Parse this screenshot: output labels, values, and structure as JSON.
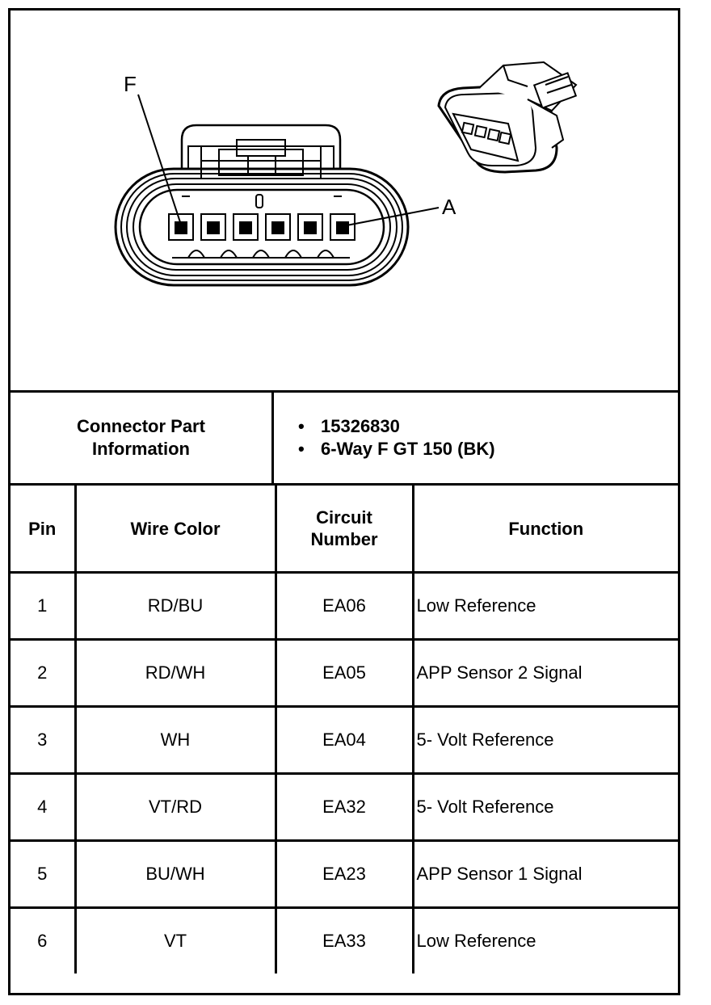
{
  "figure": {
    "label_f": "F",
    "label_a": "A",
    "connector_icon": "6-way-connector-face-view",
    "connector_3d_icon": "connector-isometric-view"
  },
  "info": {
    "label": "Connector Part Information",
    "items": [
      {
        "bullet": "•",
        "text": "15326830"
      },
      {
        "bullet": "•",
        "text": "6-Way F GT 150 (BK)"
      }
    ]
  },
  "table": {
    "headers": {
      "pin": "Pin",
      "wire_color": "Wire Color",
      "circuit_line1": "Circuit",
      "circuit_line2": "Number",
      "function": "Function"
    },
    "rows": [
      {
        "pin": "1",
        "wire_color": "RD/BU",
        "circuit": "EA06",
        "function": "Low Reference"
      },
      {
        "pin": "2",
        "wire_color": "RD/WH",
        "circuit": "EA05",
        "function": "APP Sensor 2 Signal"
      },
      {
        "pin": "3",
        "wire_color": "WH",
        "circuit": "EA04",
        "function": "5- Volt Reference"
      },
      {
        "pin": "4",
        "wire_color": "VT/RD",
        "circuit": "EA32",
        "function": "5- Volt Reference"
      },
      {
        "pin": "5",
        "wire_color": "BU/WH",
        "circuit": "EA23",
        "function": "APP Sensor 1 Signal"
      },
      {
        "pin": "6",
        "wire_color": "VT",
        "circuit": "EA33",
        "function": "Low Reference"
      }
    ]
  }
}
